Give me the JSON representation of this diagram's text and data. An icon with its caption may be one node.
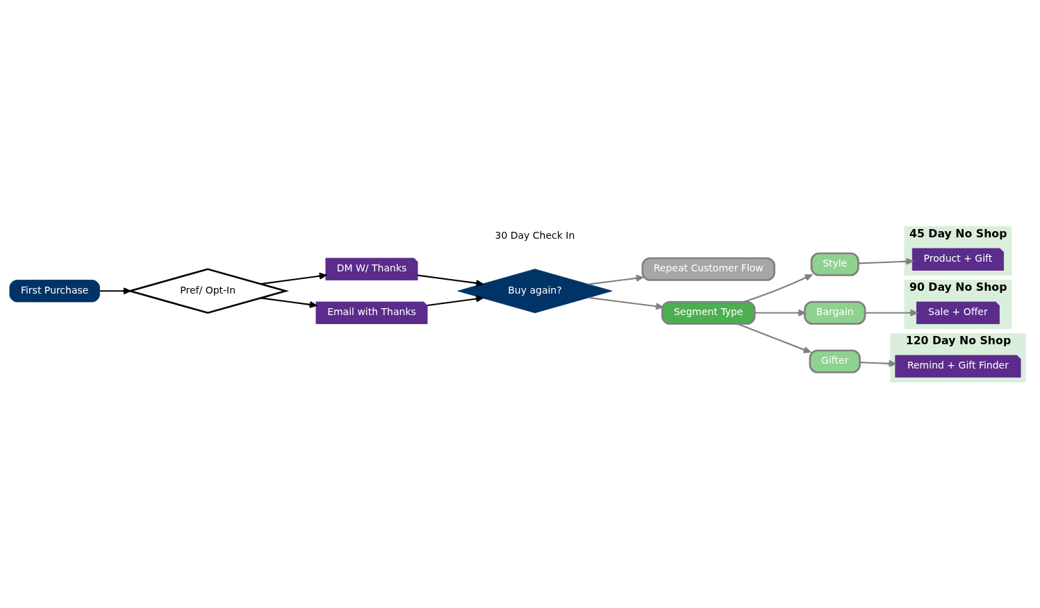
{
  "diagram": {
    "nodes": [
      {
        "text": [
          "First Purchase"
        ]
      },
      {
        "text": [
          "Pref/ Opt-In"
        ]
      },
      {
        "text": [
          "DM W/ Thanks"
        ]
      },
      {
        "text": [
          "Email with Thanks"
        ]
      },
      {
        "text": [
          "Buy again?"
        ],
        "beside": [
          "30 Day Check In"
        ]
      },
      {
        "text": [
          "Repeat Customer Flow"
        ]
      },
      {
        "text": [
          "Segment Type"
        ]
      },
      {
        "text": [
          "Style"
        ]
      },
      {
        "text": [
          "Bargain"
        ]
      },
      {
        "text": [
          "Gifter"
        ]
      },
      {
        "text": [
          "45 Day No Shop"
        ]
      },
      {
        "text": [
          "Product + Gift"
        ],
        "in": 10
      },
      {
        "text": [
          "90 Day No Shop"
        ]
      },
      {
        "text": [
          "Sale + Offer"
        ],
        "in": 12
      },
      {
        "text": [
          "120 Day No Shop"
        ]
      },
      {
        "text": [
          "Remind + Gift Finder"
        ],
        "in": 14
      }
    ],
    "edges": [
      {
        "from": 0,
        "to": 1,
        "arrow": "to",
        "color": "#000000"
      },
      {
        "from": 1,
        "to": 2,
        "arrow": "to",
        "color": "#000000"
      },
      {
        "from": 1,
        "to": 3,
        "arrow": "to",
        "color": "#000000"
      },
      {
        "from": 2,
        "to": 4,
        "arrow": "to",
        "color": "#000000"
      },
      {
        "from": 3,
        "to": 4,
        "arrow": "to",
        "color": "#000000"
      },
      {
        "from": 4,
        "to": 5,
        "arrow": "to"
      },
      {
        "from": 4,
        "to": 6,
        "arrow": "to"
      },
      {
        "from": 6,
        "to": 7,
        "arrow": "to"
      },
      {
        "from": 6,
        "to": 8,
        "arrow": "to"
      },
      {
        "from": 6,
        "to": 9,
        "arrow": "to"
      },
      {
        "from": 7,
        "to": 11,
        "arrow": "to"
      },
      {
        "from": 8,
        "to": 13,
        "arrow": "to"
      },
      {
        "from": 9,
        "to": 15,
        "arrow": "to"
      }
    ]
  }
}
